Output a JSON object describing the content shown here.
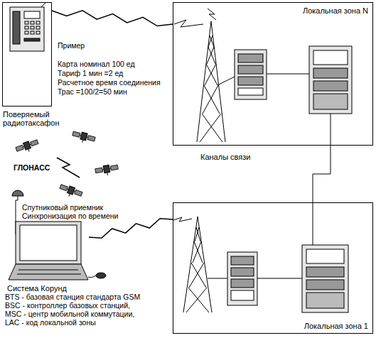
{
  "diagram": {
    "nodes": [
      {
        "text": [
          "Поверяемый радиотаксафон"
        ]
      },
      {
        "text": [
          "Локальная зона N"
        ]
      },
      {
        "text": [
          "Система Корунд"
        ]
      },
      {
        "text": [
          "Локальная зона 1"
        ]
      }
    ],
    "edges": [
      {
        "from": 0,
        "to": 1,
        "arrow": "none"
      },
      {
        "from": 2,
        "to": 3,
        "arrow": "none"
      },
      {
        "from": 1,
        "to": 3,
        "label": "Каналы связи",
        "arrow": "none"
      }
    ],
    "labels": [
      "Пример",
      "Карта номинал 100 ед",
      "Тариф  1 мин =2 ед",
      "Расчетное время соединения",
      "Трас =100/2=50 мин",
      "ГЛОНАСС",
      "Спутниковый приемник",
      "Синхронизация по времени",
      "BTS - базовая станция стандарта GSM",
      "BSC - контроллер базовых станций,",
      "MSC - центр мобильной коммутации,",
      "LAC - код локальной зоны"
    ]
  }
}
